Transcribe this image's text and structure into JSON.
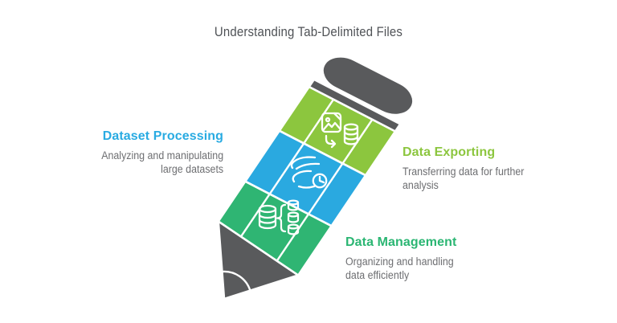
{
  "title": "Understanding Tab-Delimited Files",
  "sections": {
    "processing": {
      "heading": "Dataset Processing",
      "line1": "Analyzing and manipulating",
      "line2": "large datasets",
      "accent_color": "#29ABE2"
    },
    "exporting": {
      "heading": "Data Exporting",
      "line1": "Transferring data for further",
      "line2": "analysis",
      "accent_color": "#8CC63F"
    },
    "management": {
      "heading": "Data Management",
      "line1": "Organizing and handling",
      "line2": "data efficiently",
      "accent_color": "#2BB673"
    }
  },
  "pencil": {
    "colors": {
      "exporting_segment": "#8CC63E",
      "processing_segment": "#2AA9E0",
      "management_segment": "#2FB573",
      "wood": "#595A5C",
      "outline": "#FFFFFF"
    },
    "icons": {
      "exporting": "image-to-database-export-icon",
      "processing": "data-stream-time-icon",
      "management": "database-distribution-icon"
    }
  },
  "background_color": "#FFFFFF",
  "title_color": "#4F5256",
  "body_text_color": "#6D6E71"
}
